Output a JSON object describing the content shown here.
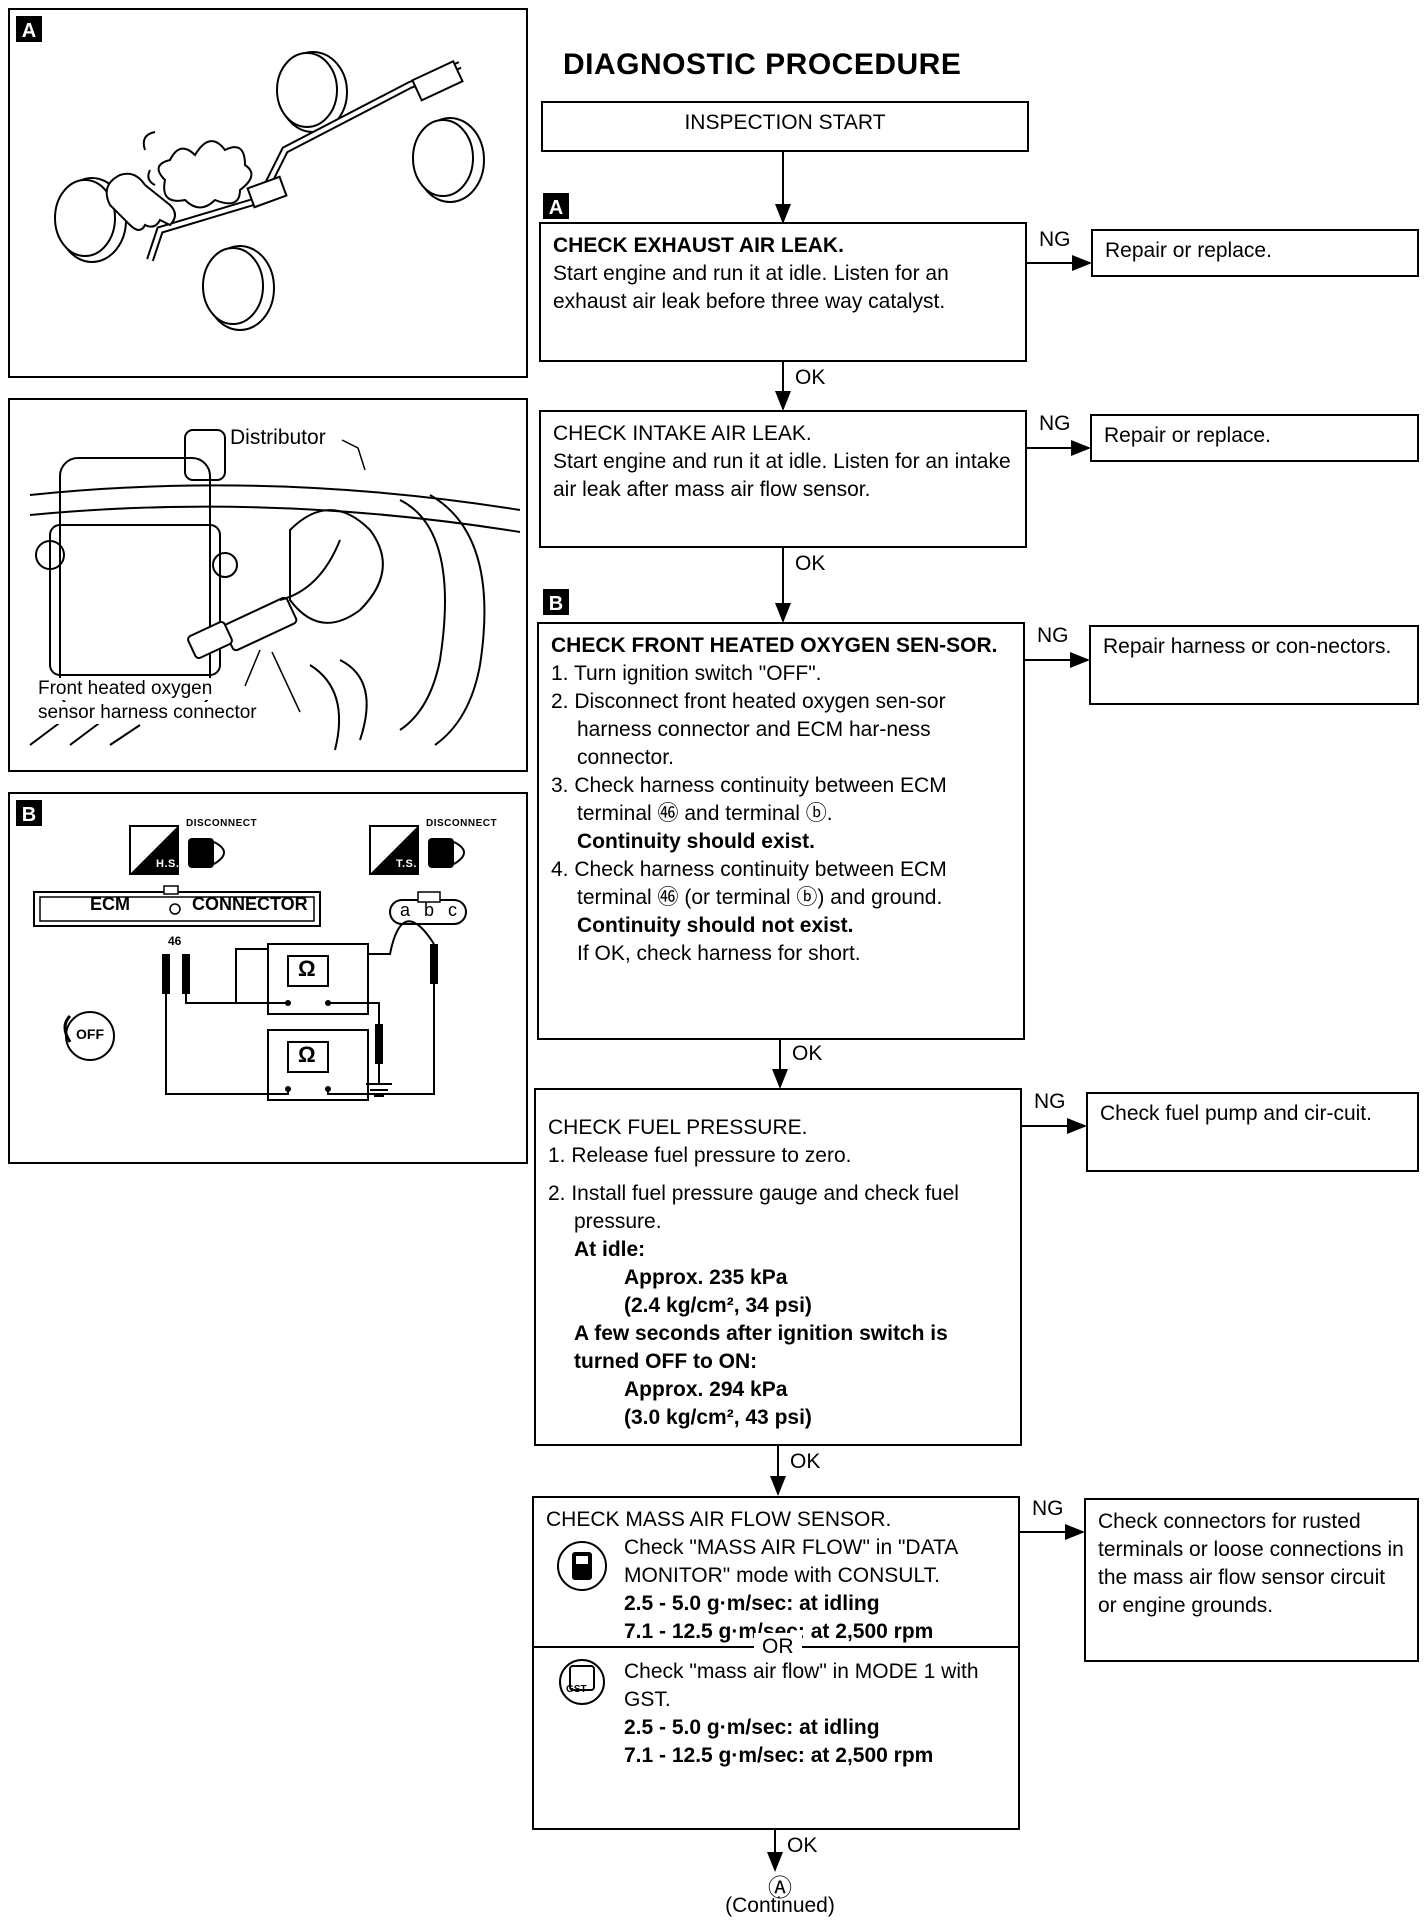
{
  "title": "DIAGNOSTIC PROCEDURE",
  "start": "INSPECTION START",
  "tags": {
    "a": "A",
    "b": "B"
  },
  "ok": "OK",
  "ng": "NG",
  "figures": {
    "b_labels": {
      "disconnect": "DISCONNECT",
      "hs": "H.S.",
      "ts": "T.S.",
      "ecm": "ECM",
      "connector": "CONNECTOR",
      "terminal_46": "46",
      "a": "a",
      "b": "b",
      "c": "c",
      "ohm": "Ω",
      "off": "OFF"
    },
    "engine_labels": {
      "distributor": "Distributor",
      "sensor_connector_1": "Front heated oxygen",
      "sensor_connector_2": "sensor harness connector"
    }
  },
  "steps": {
    "s1": {
      "title": "CHECK EXHAUST AIR LEAK.",
      "body": "Start engine and run it at idle. Listen for an exhaust air leak before three way catalyst.",
      "ng": "Repair or replace."
    },
    "s2": {
      "title": "CHECK INTAKE AIR LEAK.",
      "body": "Start engine and run it at idle. Listen for an intake air leak after mass air flow sensor.",
      "ng": "Repair or replace."
    },
    "s3": {
      "title": "CHECK FRONT HEATED OXYGEN SEN-SOR.",
      "l1": "1. Turn ignition switch \"OFF\".",
      "l2": "2. Disconnect front heated oxygen sen-sor harness connector and ECM har-ness connector.",
      "l3a": "3. Check harness continuity between ECM terminal ㊻ and terminal ⓑ.",
      "l3b": "Continuity should exist.",
      "l4a": "4. Check harness continuity between ECM terminal ㊻ (or terminal ⓑ) and ground.",
      "l4b": "Continuity should not exist.",
      "l4c": "If OK, check harness for short.",
      "ng": "Repair harness or con-nectors."
    },
    "s4": {
      "title": "CHECK FUEL PRESSURE.",
      "l1": "1. Release fuel pressure to zero.",
      "l2": "2. Install fuel pressure gauge and check fuel pressure.",
      "idle": "At idle:",
      "idle_v1": "Approx. 235 kPa",
      "idle_v2": "(2.4 kg/cm², 34 psi)",
      "after": "A few seconds after ignition switch is turned OFF to ON:",
      "after_v1": "Approx. 294 kPa",
      "after_v2": "(3.0 kg/cm², 43 psi)",
      "ng": "Check fuel pump and cir-cuit."
    },
    "s5": {
      "title": "CHECK MASS AIR FLOW SENSOR.",
      "c1": "Check \"MASS AIR FLOW\" in \"DATA MONITOR\" mode with CONSULT.",
      "c1v1": "2.5 - 5.0 g·m/sec: at idling",
      "c1v2": "7.1 - 12.5 g·m/sec: at 2,500 rpm",
      "or": "OR",
      "c2": "Check \"mass air flow\" in MODE 1 with GST.",
      "c2v1": "2.5 - 5.0 g·m/sec: at idling",
      "c2v2": "7.1 - 12.5 g·m/sec: at 2,500 rpm",
      "gst": "GST",
      "ng": "Check connectors for rusted terminals or loose connections in the mass air flow sensor circuit or engine grounds."
    }
  },
  "continued_mark": "Ⓐ",
  "continued": "(Continued)"
}
